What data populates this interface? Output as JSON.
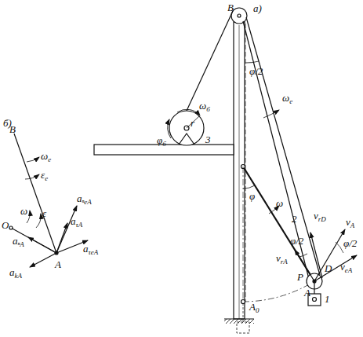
{
  "diagram": {
    "labels": [
      "а)",
      "B",
      "ωб",
      "φб",
      "r",
      "3",
      "φ/2",
      "ωe",
      "φ",
      "ω",
      "2",
      "φ/2",
      "vrD",
      "vA",
      "φ/2",
      "veA",
      "vrA",
      "P",
      "A",
      "D",
      "1",
      "A0",
      "б)",
      "B",
      "ωe",
      "εe",
      "ω",
      "ε",
      "aⁿeA",
      "aτA",
      "aⁿA",
      "aτeA",
      "A",
      "O",
      "akA"
    ]
  }
}
